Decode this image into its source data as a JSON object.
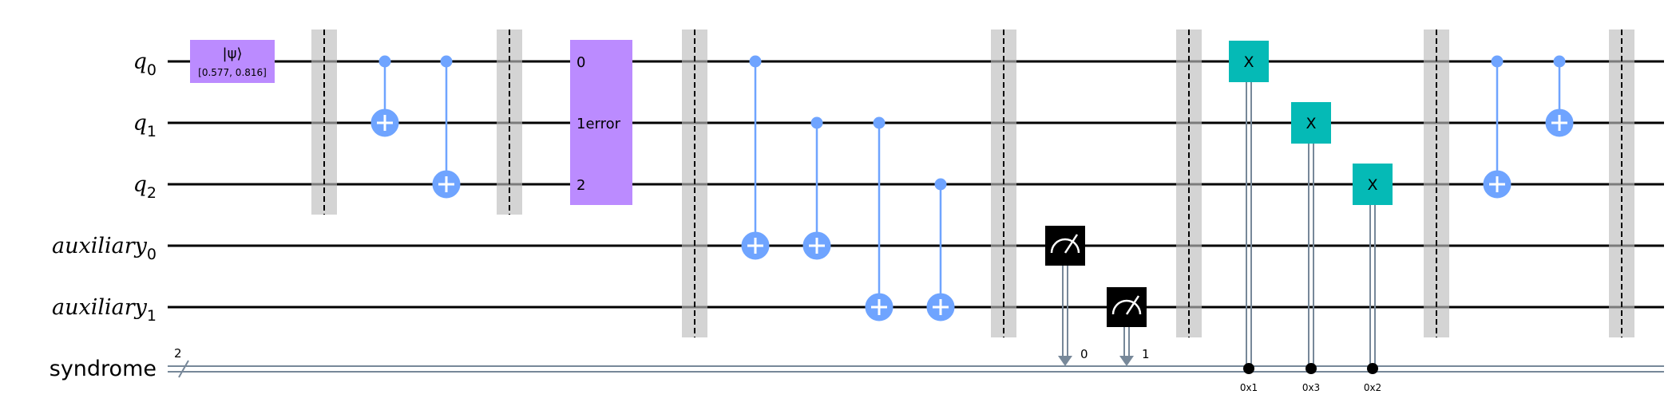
{
  "registers": {
    "qubits": [
      {
        "name": "q",
        "index": "0"
      },
      {
        "name": "q",
        "index": "1"
      },
      {
        "name": "q",
        "index": "2"
      },
      {
        "name": "auxiliary",
        "index": "0"
      },
      {
        "name": "auxiliary",
        "index": "1"
      }
    ],
    "classical": {
      "name": "syndrome",
      "size": "2"
    }
  },
  "initialize_gate": {
    "label": "|ψ⟩",
    "params": "[0.577, 0.816]",
    "color": "#bb8bff"
  },
  "error_gate": {
    "labels": [
      "0",
      "1",
      "2"
    ],
    "name": "error",
    "color": "#bb8bff"
  },
  "x_gates": [
    {
      "label": "X",
      "condition": "0x1"
    },
    {
      "label": "X",
      "condition": "0x3"
    },
    {
      "label": "X",
      "condition": "0x2"
    }
  ],
  "measure_bits": [
    "0",
    "1"
  ],
  "colors": {
    "cnot": "#6fa4ff",
    "x_gate": "#05bab6",
    "measure": "#000000",
    "barrier": "#bdbdbd",
    "classical_wire": "#778899",
    "wire": "#000000"
  }
}
